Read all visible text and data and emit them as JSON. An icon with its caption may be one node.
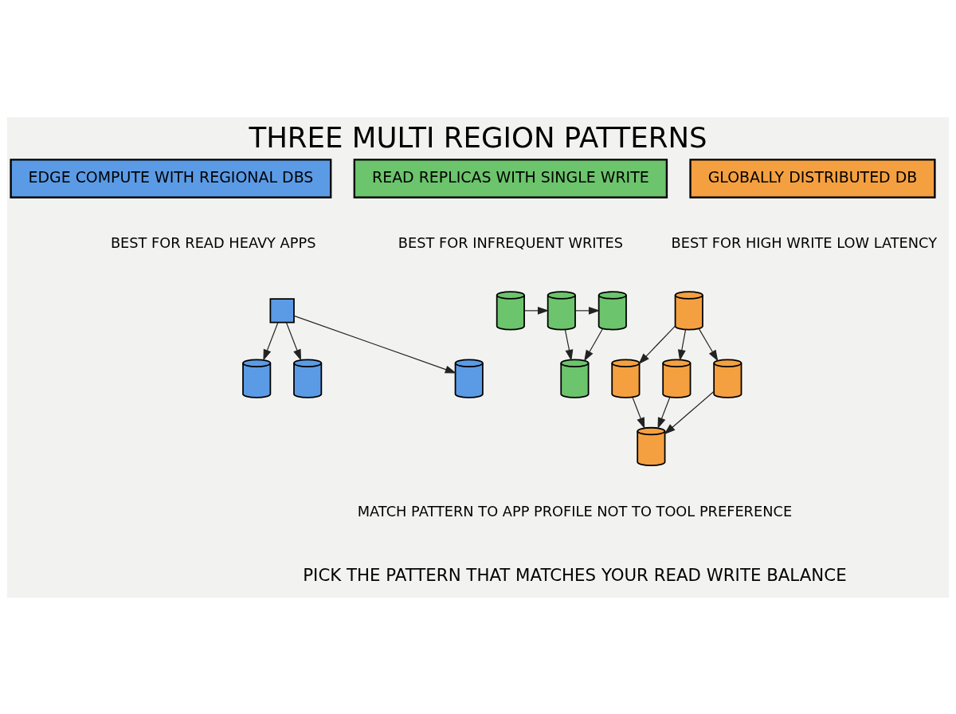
{
  "diagram": {
    "title": "THREE MULTI REGION PATTERNS",
    "caption": "PICK THE PATTERN THAT MATCHES YOUR READ WRITE BALANCE",
    "nodes": [
      {
        "text": [
          "EDGE COMPUTE WITH REGIONAL DBS"
        ]
      },
      {
        "text": [
          "READ REPLICAS WITH SINGLE WRITE"
        ]
      },
      {
        "text": [
          "GLOBALLY DISTRIBUTED DB"
        ]
      },
      {
        "text": [],
        "shape": "box"
      },
      {
        "text": [],
        "shape": "cylinder"
      },
      {
        "text": [],
        "shape": "cylinder"
      },
      {
        "text": [],
        "shape": "cylinder"
      },
      {
        "text": [],
        "shape": "cylinder"
      },
      {
        "text": [],
        "shape": "cylinder"
      },
      {
        "text": [],
        "shape": "cylinder"
      },
      {
        "text": [],
        "shape": "cylinder"
      },
      {
        "text": [],
        "shape": "cylinder"
      },
      {
        "text": [],
        "shape": "cylinder"
      },
      {
        "text": [],
        "shape": "cylinder"
      },
      {
        "text": [],
        "shape": "cylinder"
      },
      {
        "text": [],
        "shape": "cylinder"
      }
    ],
    "edges": [
      {
        "from": 3,
        "to": 4,
        "arrow": "to"
      },
      {
        "from": 3,
        "to": 5,
        "arrow": "to"
      },
      {
        "from": 3,
        "to": 6,
        "arrow": "to"
      },
      {
        "from": 7,
        "to": 8,
        "arrow": "to"
      },
      {
        "from": 8,
        "to": 9,
        "arrow": "to"
      },
      {
        "from": 8,
        "to": 10,
        "arrow": "to"
      },
      {
        "from": 9,
        "to": 10,
        "arrow": "to"
      },
      {
        "from": 11,
        "to": 12,
        "arrow": "to"
      },
      {
        "from": 11,
        "to": 13,
        "arrow": "to"
      },
      {
        "from": 11,
        "to": 14,
        "arrow": "to"
      },
      {
        "from": 12,
        "to": 15,
        "arrow": "to"
      },
      {
        "from": 13,
        "to": 15,
        "arrow": "to"
      },
      {
        "from": 14,
        "to": 15,
        "arrow": "to"
      }
    ],
    "labels": [
      "BEST FOR READ HEAVY APPS",
      "BEST FOR INFREQUENT WRITES",
      "BEST FOR HIGH WRITE LOW LATENCY",
      "MATCH PATTERN TO APP PROFILE NOT TO TOOL PREFERENCE"
    ]
  }
}
